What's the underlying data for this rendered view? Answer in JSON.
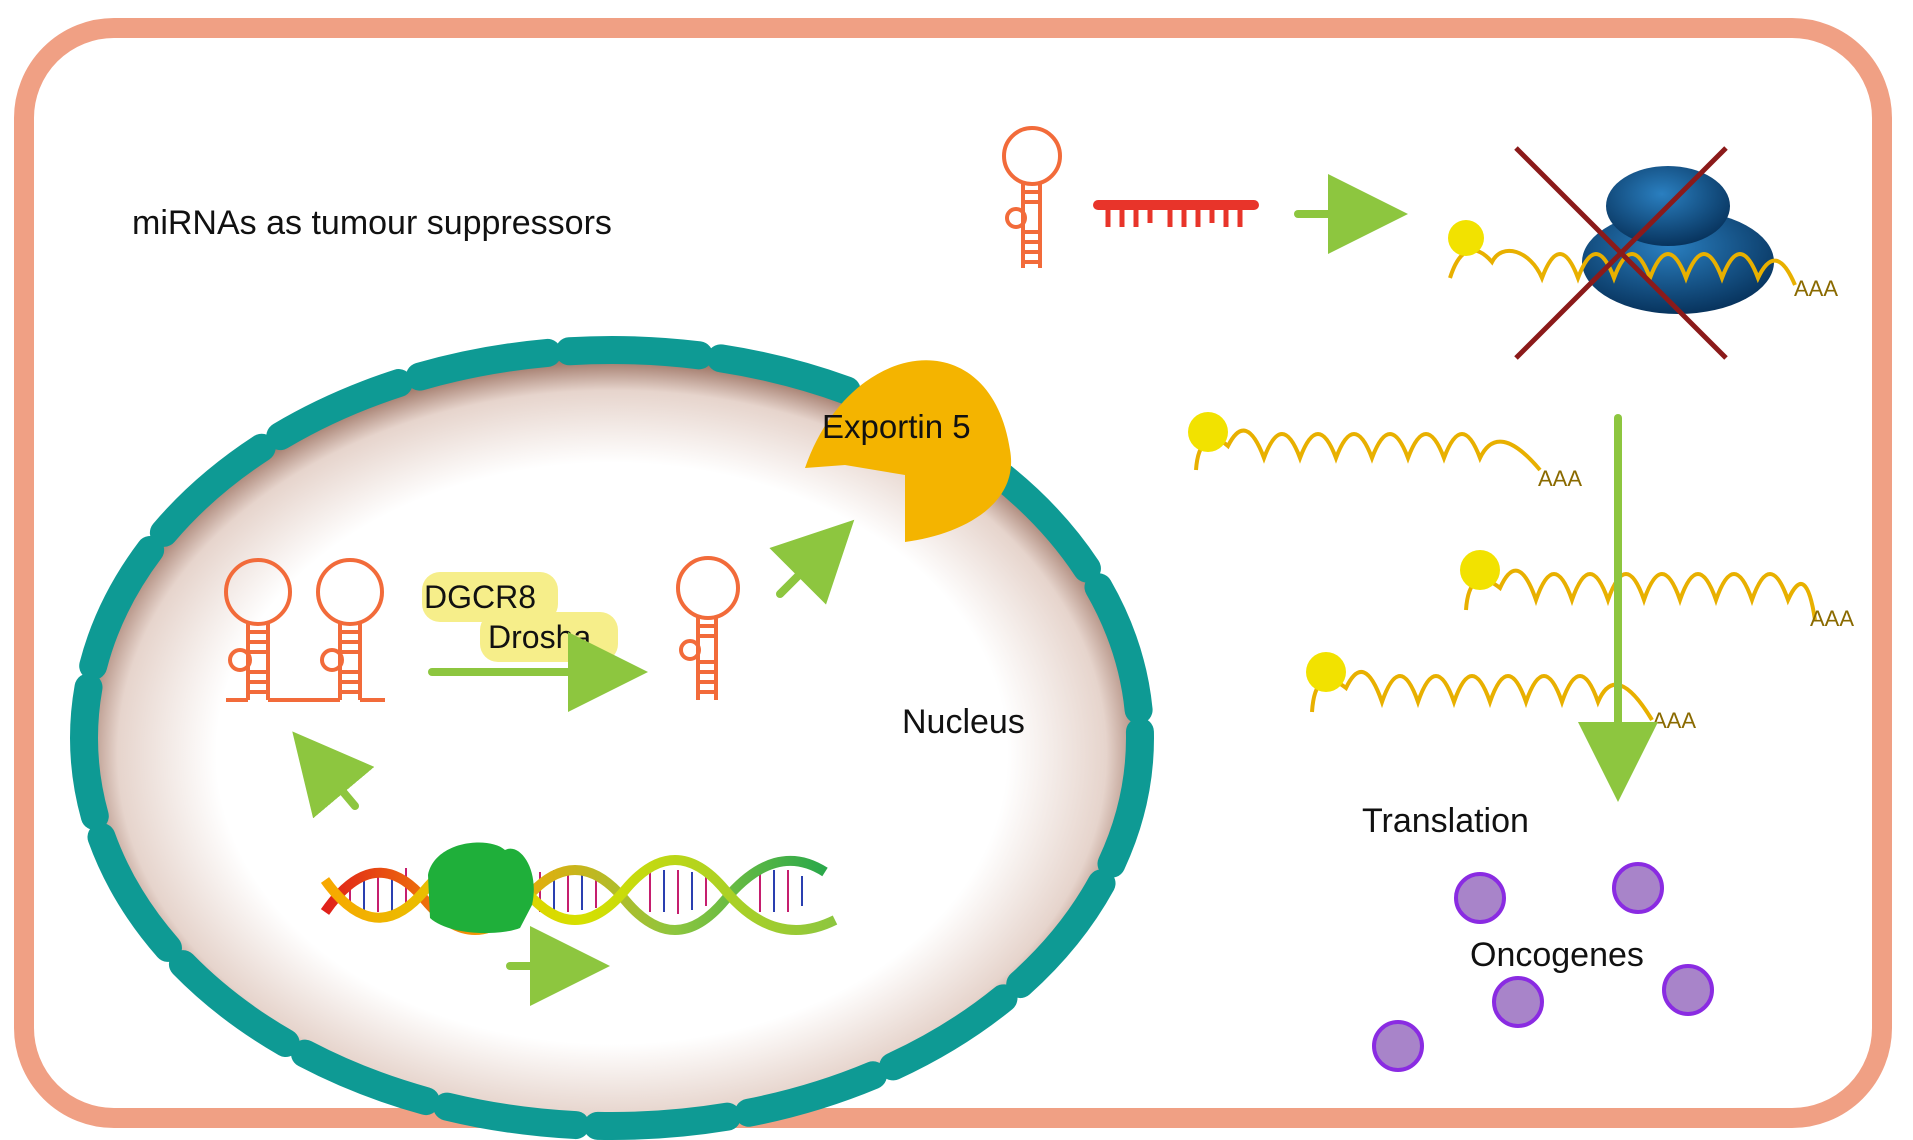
{
  "labels": {
    "title": "miRNAs as tumour suppressors",
    "exportin": "Exportin 5",
    "dgcr8": "DGCR8",
    "drosha": "Drosha",
    "nucleus": "Nucleus",
    "translation": "Translation",
    "oncogenes": "Oncogenes",
    "poly_a": "AAA"
  },
  "colors": {
    "cell_border": "#F0A084",
    "membrane": "#0E9A94",
    "mirna": "#F26B3A",
    "antagomir": "#E8342A",
    "arrow": "#8DC63F",
    "mrna": "#E8B000",
    "cap": "#F2E200",
    "ribosome": "#0B4F8C",
    "cross": "#8B1A1A",
    "exportin": "#F4B400",
    "enzyme_highlight": "#F6EE8A",
    "polymerase": "#1FAF3A",
    "oncogene_fill": "#A884C9",
    "oncogene_stroke": "#8A2BE2"
  },
  "icons": [
    "hairpin-mirna-icon",
    "antagomir-comb-icon",
    "ribosome-icon",
    "mrna-cap-icon",
    "dna-helix-icon",
    "polymerase-icon",
    "oncogene-protein-icon"
  ]
}
